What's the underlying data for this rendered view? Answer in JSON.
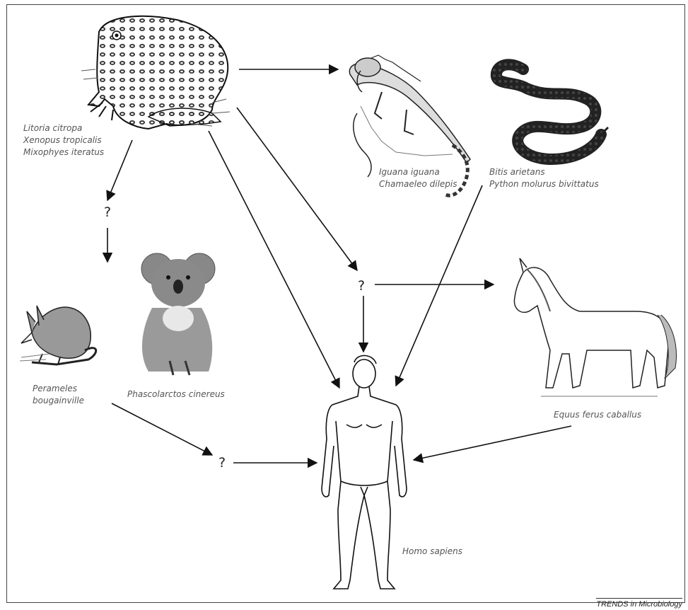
{
  "labels": {
    "frog": [
      "Litoria citropa",
      "Xenopus tropicalis",
      "Mixophyes iteratus"
    ],
    "iguana": [
      "Iguana iguana",
      "Chamaeleo dilepis"
    ],
    "snake": [
      "Bitis arietans",
      "Python molurus bivittatus"
    ],
    "bandicoot": [
      "Perameles",
      "bougainville"
    ],
    "koala": [
      "Phascolarctos cinereus"
    ],
    "horse": [
      "Equus ferus caballus"
    ],
    "human": [
      "Homo sapiens"
    ]
  },
  "unknown_marker": "?",
  "footer": "TRENDS in Microbiology"
}
